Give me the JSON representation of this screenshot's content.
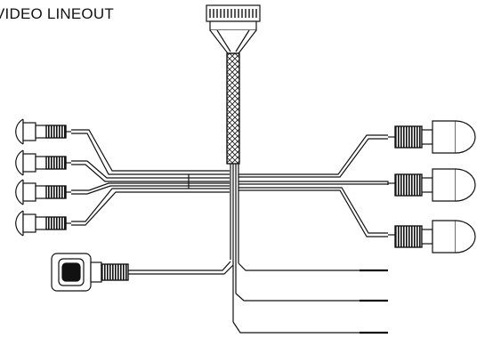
{
  "diagram": {
    "title": "VIDEO LINEOUT",
    "colors": {
      "line": "#111111",
      "background": "#ffffff"
    },
    "components": {
      "main_connector": "multi-pin-header-connector",
      "braided_sleeve": "braided-cable-sleeve",
      "left_rca_plugs": 4,
      "right_rca_jacks": 3,
      "din_connector": "mini-din-plug",
      "bare_wires": 3
    }
  }
}
